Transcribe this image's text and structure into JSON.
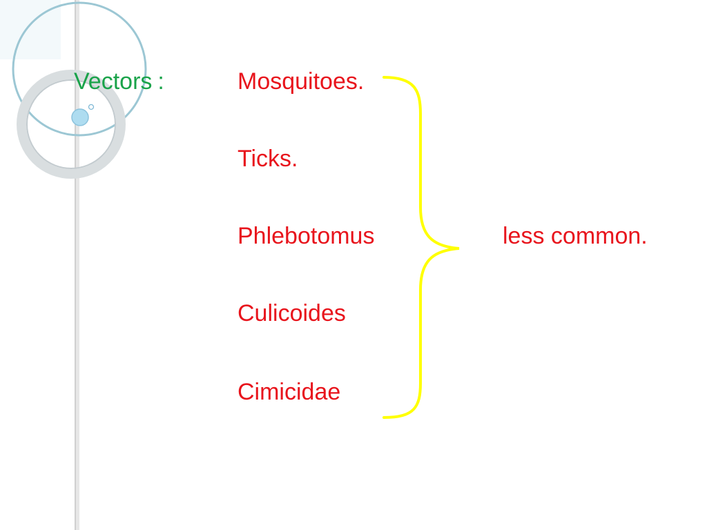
{
  "slide": {
    "heading_label": "Vectors",
    "heading_colon": ":",
    "items": [
      {
        "label": "Mosquitoes."
      },
      {
        "label": "Ticks."
      },
      {
        "label": "Phlebotomus"
      },
      {
        "label": "Culicoides"
      },
      {
        "label": "Cimicidae"
      }
    ],
    "brace_note": "less common."
  },
  "colors": {
    "heading": "#1aa34a",
    "items": "#e8141c",
    "brace": "#ffff00"
  }
}
